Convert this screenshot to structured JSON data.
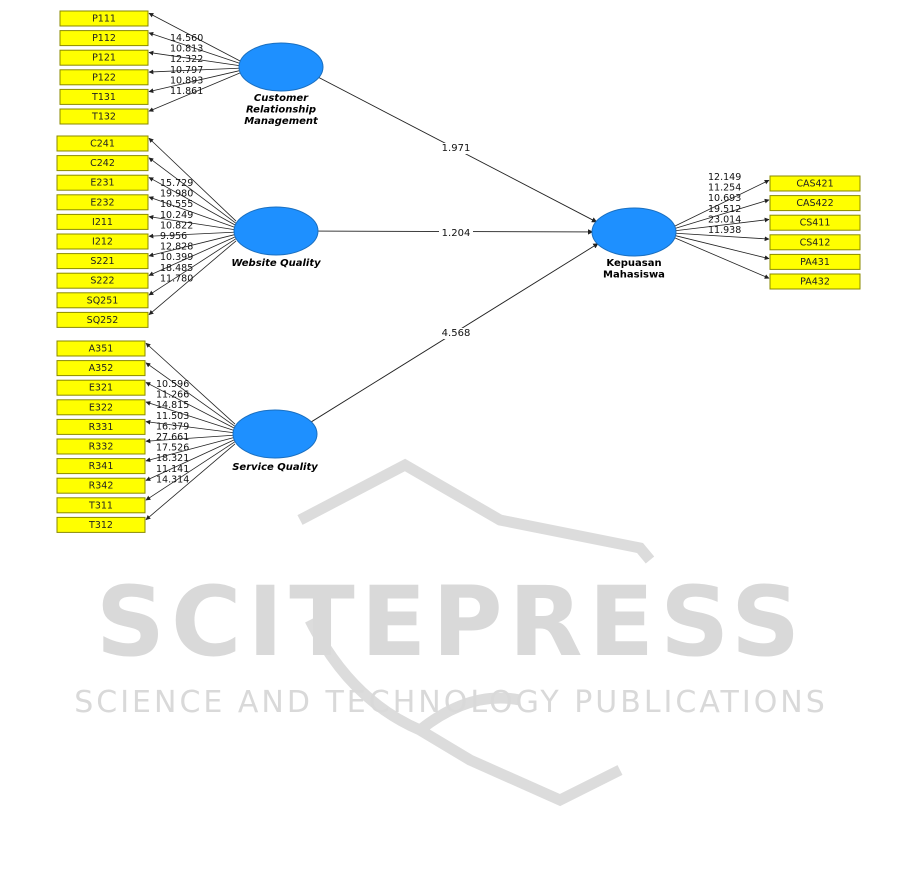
{
  "watermark": {
    "brand": "SCITEPRESS",
    "tagline": "SCIENCE AND TECHNOLOGY PUBLICATIONS"
  },
  "constructs": [
    {
      "id": "crm",
      "label_lines": [
        "Customer",
        "Relationship",
        "Management"
      ],
      "italic": true
    },
    {
      "id": "wq",
      "label_lines": [
        "Website Quality"
      ],
      "italic": true
    },
    {
      "id": "sq",
      "label_lines": [
        "Service Quality"
      ],
      "italic": true
    },
    {
      "id": "km",
      "label_lines": [
        "Kepuasan",
        "Mahasiswa"
      ],
      "italic": false
    }
  ],
  "indicators": {
    "crm": [
      "P111",
      "P112",
      "P121",
      "P122",
      "T131",
      "T132"
    ],
    "wq": [
      "C241",
      "C242",
      "E231",
      "E232",
      "I211",
      "I212",
      "S221",
      "S222",
      "SQ251",
      "SQ252"
    ],
    "sq": [
      "A351",
      "A352",
      "E321",
      "E322",
      "R331",
      "R332",
      "R341",
      "R342",
      "T311",
      "T312"
    ],
    "km": [
      "CAS421",
      "CAS422",
      "CS411",
      "CS412",
      "PA431",
      "PA432"
    ]
  },
  "loadings": {
    "crm": [
      "14.560",
      "10.813",
      "12.322",
      "10.797",
      "10.893",
      "11.861"
    ],
    "wq": [
      "15.729",
      "19.980",
      "10.555",
      "10.249",
      "10.822",
      "9.956",
      "12.828",
      "10.399",
      "18.485",
      "11.780"
    ],
    "sq": [
      "10.596",
      "11.266",
      "14.815",
      "11.503",
      "16.379",
      "27.661",
      "17.526",
      "18.321",
      "11.141",
      "14.314"
    ],
    "km": [
      "12.149",
      "11.254",
      "10.693",
      "19.512",
      "23.014",
      "11.938"
    ]
  },
  "paths": [
    {
      "from": "crm",
      "to": "km",
      "value": "1.971"
    },
    {
      "from": "wq",
      "to": "km",
      "value": "1.204"
    },
    {
      "from": "sq",
      "to": "km",
      "value": "4.568"
    }
  ]
}
